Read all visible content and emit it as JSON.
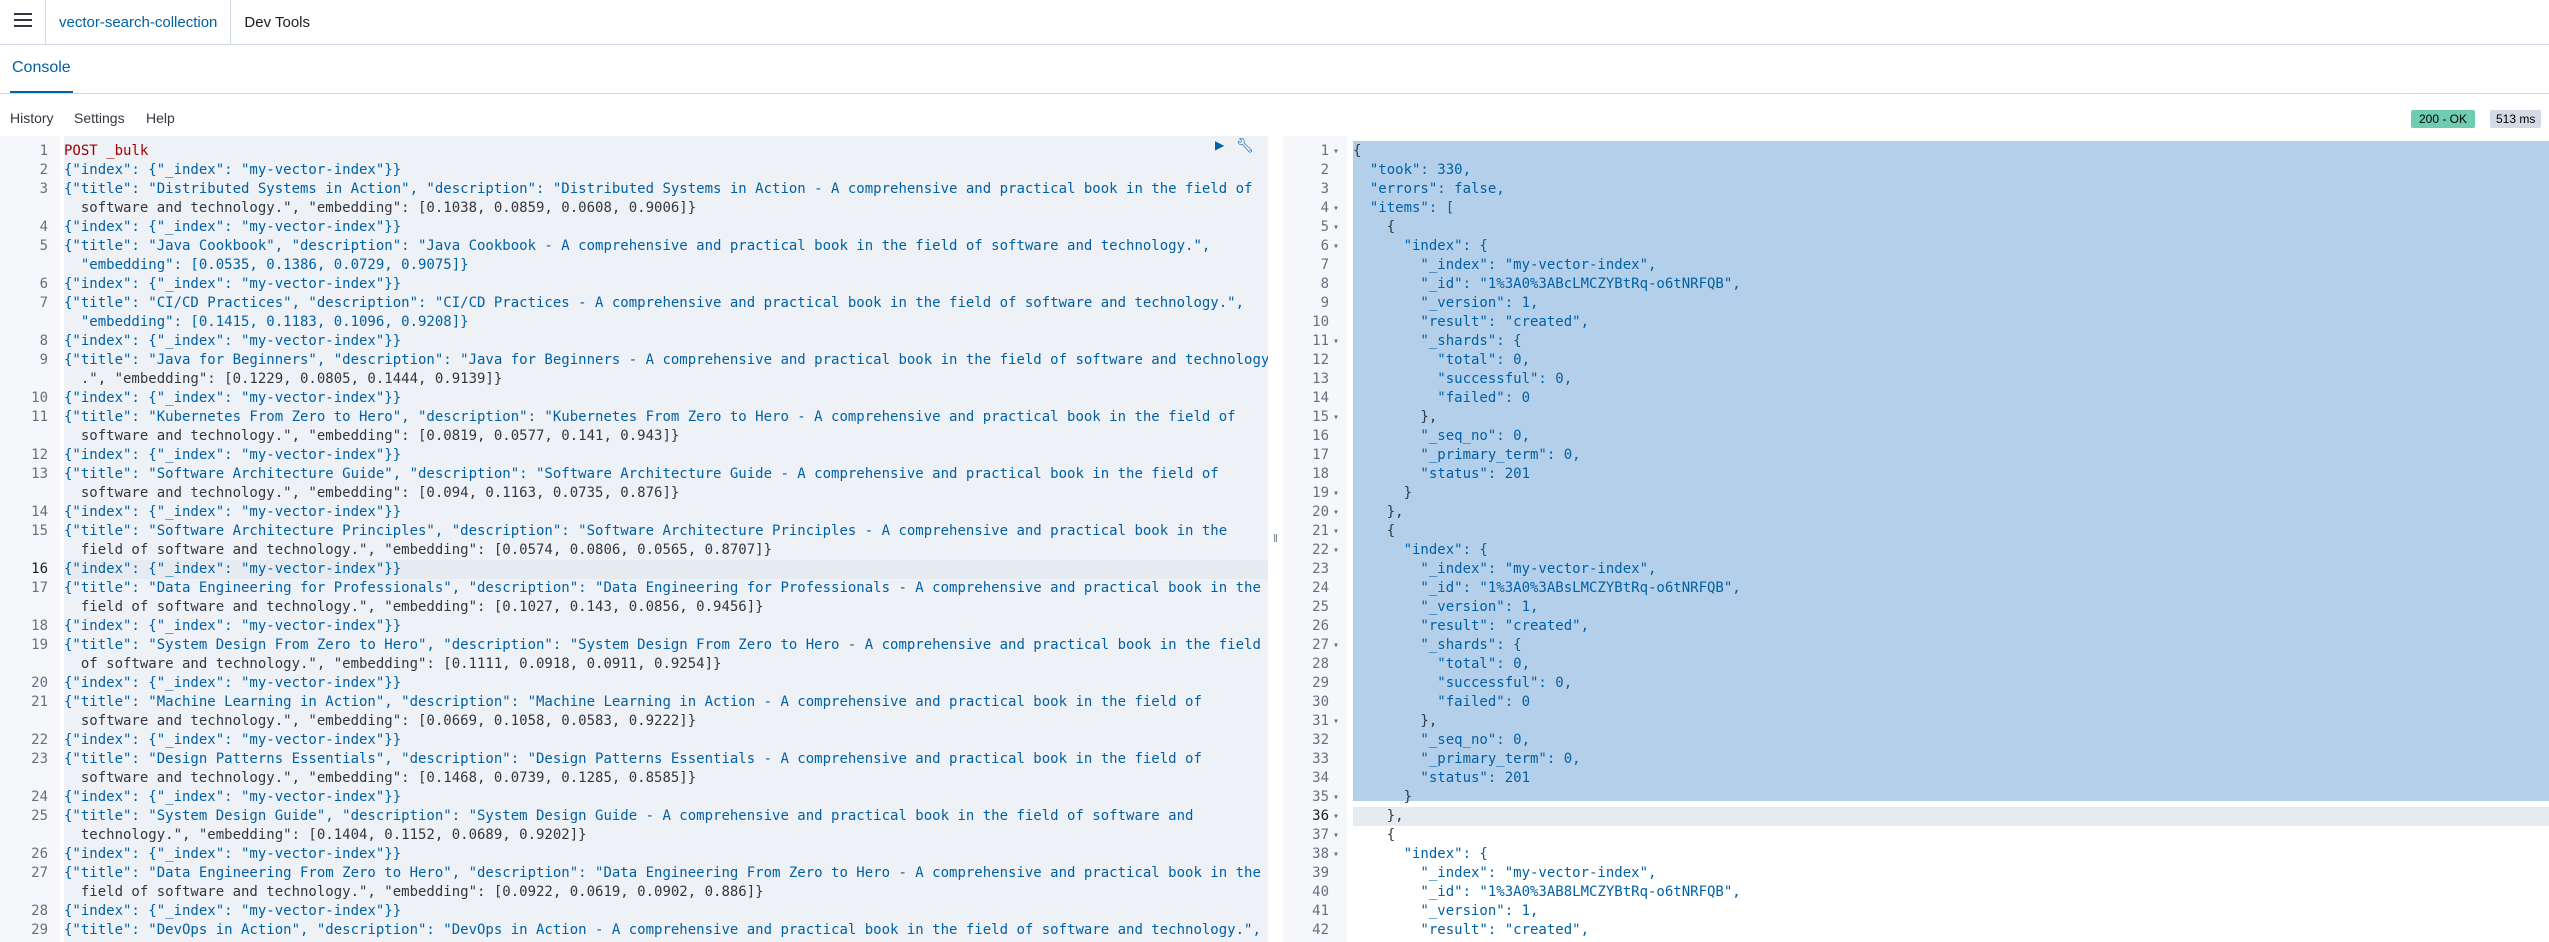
{
  "header": {
    "collection": "vector-search-collection",
    "section": "Dev Tools"
  },
  "tabs": {
    "console": "Console"
  },
  "menu": {
    "history": "History",
    "settings": "Settings",
    "help": "Help"
  },
  "status": {
    "code": "200 - OK",
    "time": "513 ms"
  },
  "request": [
    {
      "n": "1",
      "t": "POST _bulk"
    },
    {
      "n": "2",
      "t": "{\"index\": {\"_index\": \"my-vector-index\"}}"
    },
    {
      "n": "3",
      "t": "{\"title\": \"Distributed Systems in Action\", \"description\": \"Distributed Systems in Action - A comprehensive and practical book in the field of"
    },
    {
      "n": "",
      "t": "  software and technology.\", \"embedding\": [0.1038, 0.0859, 0.0608, 0.9006]}"
    },
    {
      "n": "4",
      "t": "{\"index\": {\"_index\": \"my-vector-index\"}}"
    },
    {
      "n": "5",
      "t": "{\"title\": \"Java Cookbook\", \"description\": \"Java Cookbook - A comprehensive and practical book in the field of software and technology.\","
    },
    {
      "n": "",
      "t": "  \"embedding\": [0.0535, 0.1386, 0.0729, 0.9075]}"
    },
    {
      "n": "6",
      "t": "{\"index\": {\"_index\": \"my-vector-index\"}}"
    },
    {
      "n": "7",
      "t": "{\"title\": \"CI/CD Practices\", \"description\": \"CI/CD Practices - A comprehensive and practical book in the field of software and technology.\","
    },
    {
      "n": "",
      "t": "  \"embedding\": [0.1415, 0.1183, 0.1096, 0.9208]}"
    },
    {
      "n": "8",
      "t": "{\"index\": {\"_index\": \"my-vector-index\"}}"
    },
    {
      "n": "9",
      "t": "{\"title\": \"Java for Beginners\", \"description\": \"Java for Beginners - A comprehensive and practical book in the field of software and technology"
    },
    {
      "n": "",
      "t": "  .\", \"embedding\": [0.1229, 0.0805, 0.1444, 0.9139]}"
    },
    {
      "n": "10",
      "t": "{\"index\": {\"_index\": \"my-vector-index\"}}"
    },
    {
      "n": "11",
      "t": "{\"title\": \"Kubernetes From Zero to Hero\", \"description\": \"Kubernetes From Zero to Hero - A comprehensive and practical book in the field of"
    },
    {
      "n": "",
      "t": "  software and technology.\", \"embedding\": [0.0819, 0.0577, 0.141, 0.943]}"
    },
    {
      "n": "12",
      "t": "{\"index\": {\"_index\": \"my-vector-index\"}}"
    },
    {
      "n": "13",
      "t": "{\"title\": \"Software Architecture Guide\", \"description\": \"Software Architecture Guide - A comprehensive and practical book in the field of"
    },
    {
      "n": "",
      "t": "  software and technology.\", \"embedding\": [0.094, 0.1163, 0.0735, 0.876]}"
    },
    {
      "n": "14",
      "t": "{\"index\": {\"_index\": \"my-vector-index\"}}"
    },
    {
      "n": "15",
      "t": "{\"title\": \"Software Architecture Principles\", \"description\": \"Software Architecture Principles - A comprehensive and practical book in the"
    },
    {
      "n": "",
      "t": "  field of software and technology.\", \"embedding\": [0.0574, 0.0806, 0.0565, 0.8707]}"
    },
    {
      "n": "16",
      "t": "{\"index\": {\"_index\": \"my-vector-index\"}}",
      "active": true
    },
    {
      "n": "17",
      "t": "{\"title\": \"Data Engineering for Professionals\", \"description\": \"Data Engineering for Professionals - A comprehensive and practical book in the"
    },
    {
      "n": "",
      "t": "  field of software and technology.\", \"embedding\": [0.1027, 0.143, 0.0856, 0.9456]}"
    },
    {
      "n": "18",
      "t": "{\"index\": {\"_index\": \"my-vector-index\"}}"
    },
    {
      "n": "19",
      "t": "{\"title\": \"System Design From Zero to Hero\", \"description\": \"System Design From Zero to Hero - A comprehensive and practical book in the field"
    },
    {
      "n": "",
      "t": "  of software and technology.\", \"embedding\": [0.1111, 0.0918, 0.0911, 0.9254]}"
    },
    {
      "n": "20",
      "t": "{\"index\": {\"_index\": \"my-vector-index\"}}"
    },
    {
      "n": "21",
      "t": "{\"title\": \"Machine Learning in Action\", \"description\": \"Machine Learning in Action - A comprehensive and practical book in the field of"
    },
    {
      "n": "",
      "t": "  software and technology.\", \"embedding\": [0.0669, 0.1058, 0.0583, 0.9222]}"
    },
    {
      "n": "22",
      "t": "{\"index\": {\"_index\": \"my-vector-index\"}}"
    },
    {
      "n": "23",
      "t": "{\"title\": \"Design Patterns Essentials\", \"description\": \"Design Patterns Essentials - A comprehensive and practical book in the field of"
    },
    {
      "n": "",
      "t": "  software and technology.\", \"embedding\": [0.1468, 0.0739, 0.1285, 0.8585]}"
    },
    {
      "n": "24",
      "t": "{\"index\": {\"_index\": \"my-vector-index\"}}"
    },
    {
      "n": "25",
      "t": "{\"title\": \"System Design Guide\", \"description\": \"System Design Guide - A comprehensive and practical book in the field of software and"
    },
    {
      "n": "",
      "t": "  technology.\", \"embedding\": [0.1404, 0.1152, 0.0689, 0.9202]}"
    },
    {
      "n": "26",
      "t": "{\"index\": {\"_index\": \"my-vector-index\"}}"
    },
    {
      "n": "27",
      "t": "{\"title\": \"Data Engineering From Zero to Hero\", \"description\": \"Data Engineering From Zero to Hero - A comprehensive and practical book in the"
    },
    {
      "n": "",
      "t": "  field of software and technology.\", \"embedding\": [0.0922, 0.0619, 0.0902, 0.886]}"
    },
    {
      "n": "28",
      "t": "{\"index\": {\"_index\": \"my-vector-index\"}}"
    },
    {
      "n": "29",
      "t": "{\"title\": \"DevOps in Action\", \"description\": \"DevOps in Action - A comprehensive and practical book in the field of software and technology.\","
    }
  ],
  "response": [
    {
      "n": "1",
      "t": "{",
      "fold": true
    },
    {
      "n": "2",
      "t": "  \"took\": 330,"
    },
    {
      "n": "3",
      "t": "  \"errors\": false,"
    },
    {
      "n": "4",
      "t": "  \"items\": [",
      "fold": true
    },
    {
      "n": "5",
      "t": "    {",
      "fold": true
    },
    {
      "n": "6",
      "t": "      \"index\": {",
      "fold": true
    },
    {
      "n": "7",
      "t": "        \"_index\": \"my-vector-index\","
    },
    {
      "n": "8",
      "t": "        \"_id\": \"1%3A0%3ABcLMCZYBtRq-o6tNRFQB\","
    },
    {
      "n": "9",
      "t": "        \"_version\": 1,"
    },
    {
      "n": "10",
      "t": "        \"result\": \"created\","
    },
    {
      "n": "11",
      "t": "        \"_shards\": {",
      "fold": true
    },
    {
      "n": "12",
      "t": "          \"total\": 0,"
    },
    {
      "n": "13",
      "t": "          \"successful\": 0,"
    },
    {
      "n": "14",
      "t": "          \"failed\": 0"
    },
    {
      "n": "15",
      "t": "        },",
      "fold": true
    },
    {
      "n": "16",
      "t": "        \"_seq_no\": 0,"
    },
    {
      "n": "17",
      "t": "        \"_primary_term\": 0,"
    },
    {
      "n": "18",
      "t": "        \"status\": 201"
    },
    {
      "n": "19",
      "t": "      }",
      "fold": true
    },
    {
      "n": "20",
      "t": "    },",
      "fold": true
    },
    {
      "n": "21",
      "t": "    {",
      "fold": true
    },
    {
      "n": "22",
      "t": "      \"index\": {",
      "fold": true
    },
    {
      "n": "23",
      "t": "        \"_index\": \"my-vector-index\","
    },
    {
      "n": "24",
      "t": "        \"_id\": \"1%3A0%3ABsLMCZYBtRq-o6tNRFQB\","
    },
    {
      "n": "25",
      "t": "        \"_version\": 1,"
    },
    {
      "n": "26",
      "t": "        \"result\": \"created\","
    },
    {
      "n": "27",
      "t": "        \"_shards\": {",
      "fold": true
    },
    {
      "n": "28",
      "t": "          \"total\": 0,"
    },
    {
      "n": "29",
      "t": "          \"successful\": 0,"
    },
    {
      "n": "30",
      "t": "          \"failed\": 0"
    },
    {
      "n": "31",
      "t": "        },",
      "fold": true
    },
    {
      "n": "32",
      "t": "        \"_seq_no\": 0,"
    },
    {
      "n": "33",
      "t": "        \"_primary_term\": 0,"
    },
    {
      "n": "34",
      "t": "        \"status\": 201"
    },
    {
      "n": "35",
      "t": "      }",
      "fold": true
    },
    {
      "n": "36",
      "t": "    },",
      "fold": true,
      "active": true
    },
    {
      "n": "37",
      "t": "    {",
      "fold": true
    },
    {
      "n": "38",
      "t": "      \"index\": {",
      "fold": true
    },
    {
      "n": "39",
      "t": "        \"_index\": \"my-vector-index\","
    },
    {
      "n": "40",
      "t": "        \"_id\": \"1%3A0%3AB8LMCZYBtRq-o6tNRFQB\","
    },
    {
      "n": "41",
      "t": "        \"_version\": 1,"
    },
    {
      "n": "42",
      "t": "        \"result\": \"created\","
    }
  ]
}
